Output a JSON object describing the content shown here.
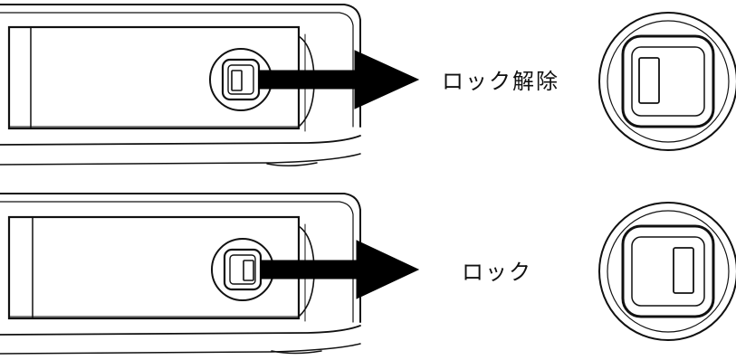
{
  "panels": [
    {
      "id": "unlock",
      "label": "ロック解除",
      "latch_state": "unlocked"
    },
    {
      "id": "lock",
      "label": "ロック",
      "latch_state": "locked"
    }
  ],
  "colors": {
    "line": "#111111",
    "background": "#ffffff",
    "arrow": "#000000"
  },
  "icons": [
    "arrow-right-icon",
    "latch-slider-icon",
    "latch-closeup-icon"
  ]
}
